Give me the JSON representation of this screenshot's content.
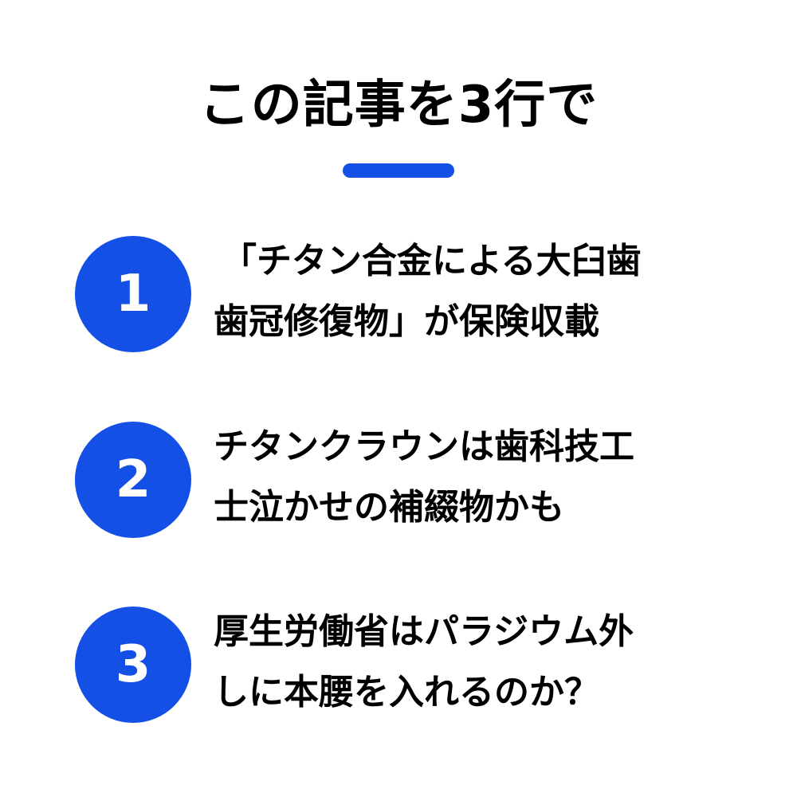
{
  "title": "この記事を3行で",
  "colors": {
    "accent": "#1450e6",
    "text": "#000000",
    "background": "#ffffff"
  },
  "items": [
    {
      "number": "1",
      "line1": "「チタン合金による大臼歯",
      "line2": "歯冠修復物」が保険収載"
    },
    {
      "number": "2",
      "line1": "チタンクラウンは歯科技工",
      "line2": "士泣かせの補綴物かも"
    },
    {
      "number": "3",
      "line1": "厚生労働省はパラジウム外",
      "line2": "しに本腰を入れるのか？"
    }
  ]
}
